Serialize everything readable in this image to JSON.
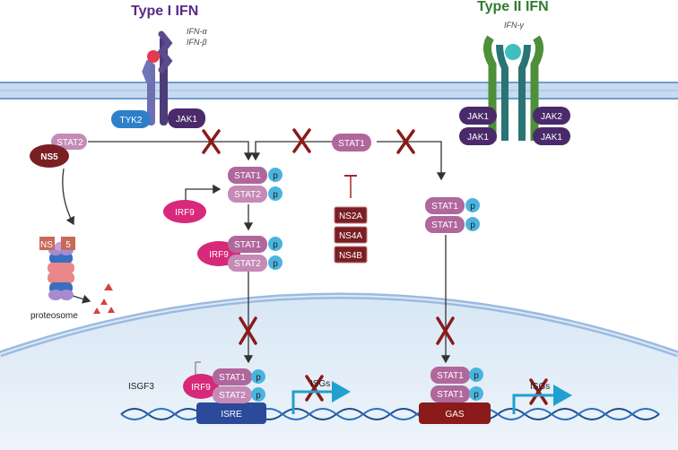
{
  "titles": {
    "type1": "Type I IFN",
    "type2": "Type II IFN"
  },
  "ligands": {
    "ifn_a": "IFN-α",
    "ifn_b": "IFN-β",
    "ifn_g": "IFN-γ"
  },
  "kinases": {
    "tyk2": "TYK2",
    "jak1": "JAK1",
    "jak2": "JAK2"
  },
  "proteins": {
    "stat1": "STAT1",
    "stat2": "STAT2",
    "irf9": "IRF9",
    "ns5": "NS5",
    "ns": "NS",
    "five": "5",
    "p": "p",
    "ns2a": "NS2A",
    "ns4a": "NS4A",
    "ns4b": "NS4B"
  },
  "labels": {
    "proteosome": "proteosome",
    "isgf3": "ISGF3",
    "isre": "ISRE",
    "gas": "GAS",
    "isgs": "ISGs"
  },
  "colors": {
    "type1_title": "#5b2a86",
    "type2_title": "#2f7d32",
    "stat1": "#b0679c",
    "stat2": "#c58ab5",
    "irf9": "#d8287a",
    "ns": "#7a1f24",
    "phospho": "#4bb4de",
    "block": "#8b1a1a",
    "jak": "#4a2a6b",
    "tyk2": "#2f7fc8",
    "membrane": "#9bbbe0",
    "nucleus": "#dce9f5",
    "gene_arrow": "#1fa0d0"
  },
  "icons": [
    "block-x-icon",
    "inhibit-tbar-icon",
    "transcription-arrow-icon",
    "dna-helix-icon",
    "proteasome-icon"
  ]
}
